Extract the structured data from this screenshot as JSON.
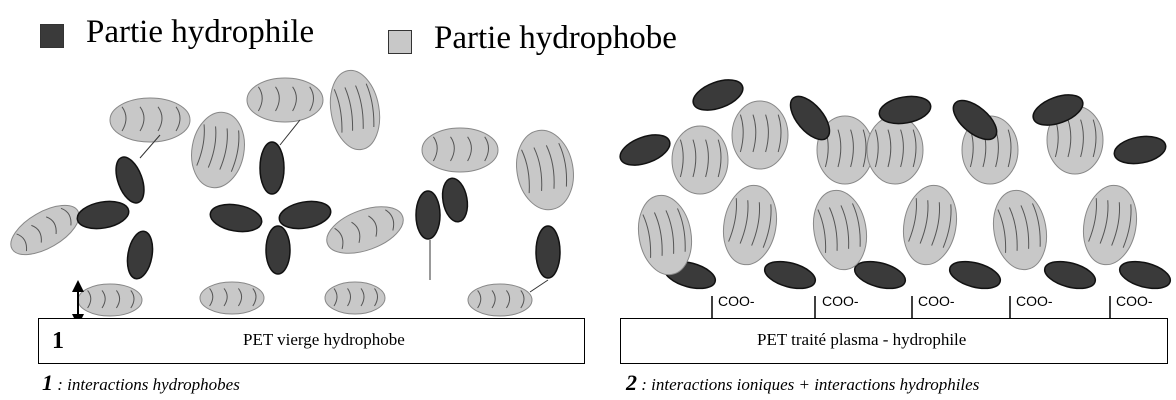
{
  "legend": {
    "hydrophilic_label": "Partie hydrophile",
    "hydrophobic_label": "Partie hydrophobe",
    "hydrophilic_color": "#3a3a3a",
    "hydrophobic_color": "#c8c8c8"
  },
  "panel1": {
    "substrate_label": "PET vierge hydrophobe",
    "distance_marker": "1",
    "caption_number": "1",
    "caption_text": " : interactions hydrophobes"
  },
  "panel2": {
    "substrate_label": "PET traité plasma - hydrophile",
    "surface_groups": [
      "COO-",
      "COO-",
      "COO-",
      "COO-",
      "COO-"
    ],
    "caption_number": "2",
    "caption_text": " : interactions ioniques + interactions hydrophiles"
  }
}
